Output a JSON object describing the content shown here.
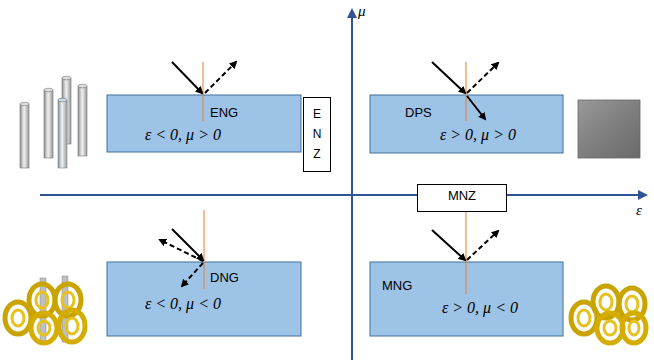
{
  "diagram": {
    "nodes": [
      {
        "text": [
          "ENG",
          "ε < 0, μ > 0"
        ]
      },
      {
        "text": [
          "E N Z"
        ]
      },
      {
        "text": [
          "DPS",
          "ε > 0, μ > 0"
        ]
      },
      {
        "text": [
          "MNZ"
        ]
      },
      {
        "text": [
          "DNG",
          "ε < 0, μ < 0"
        ]
      },
      {
        "text": [
          "MNG",
          "ε > 0, μ < 0"
        ]
      }
    ],
    "labels": [
      "μ",
      "ε"
    ]
  }
}
